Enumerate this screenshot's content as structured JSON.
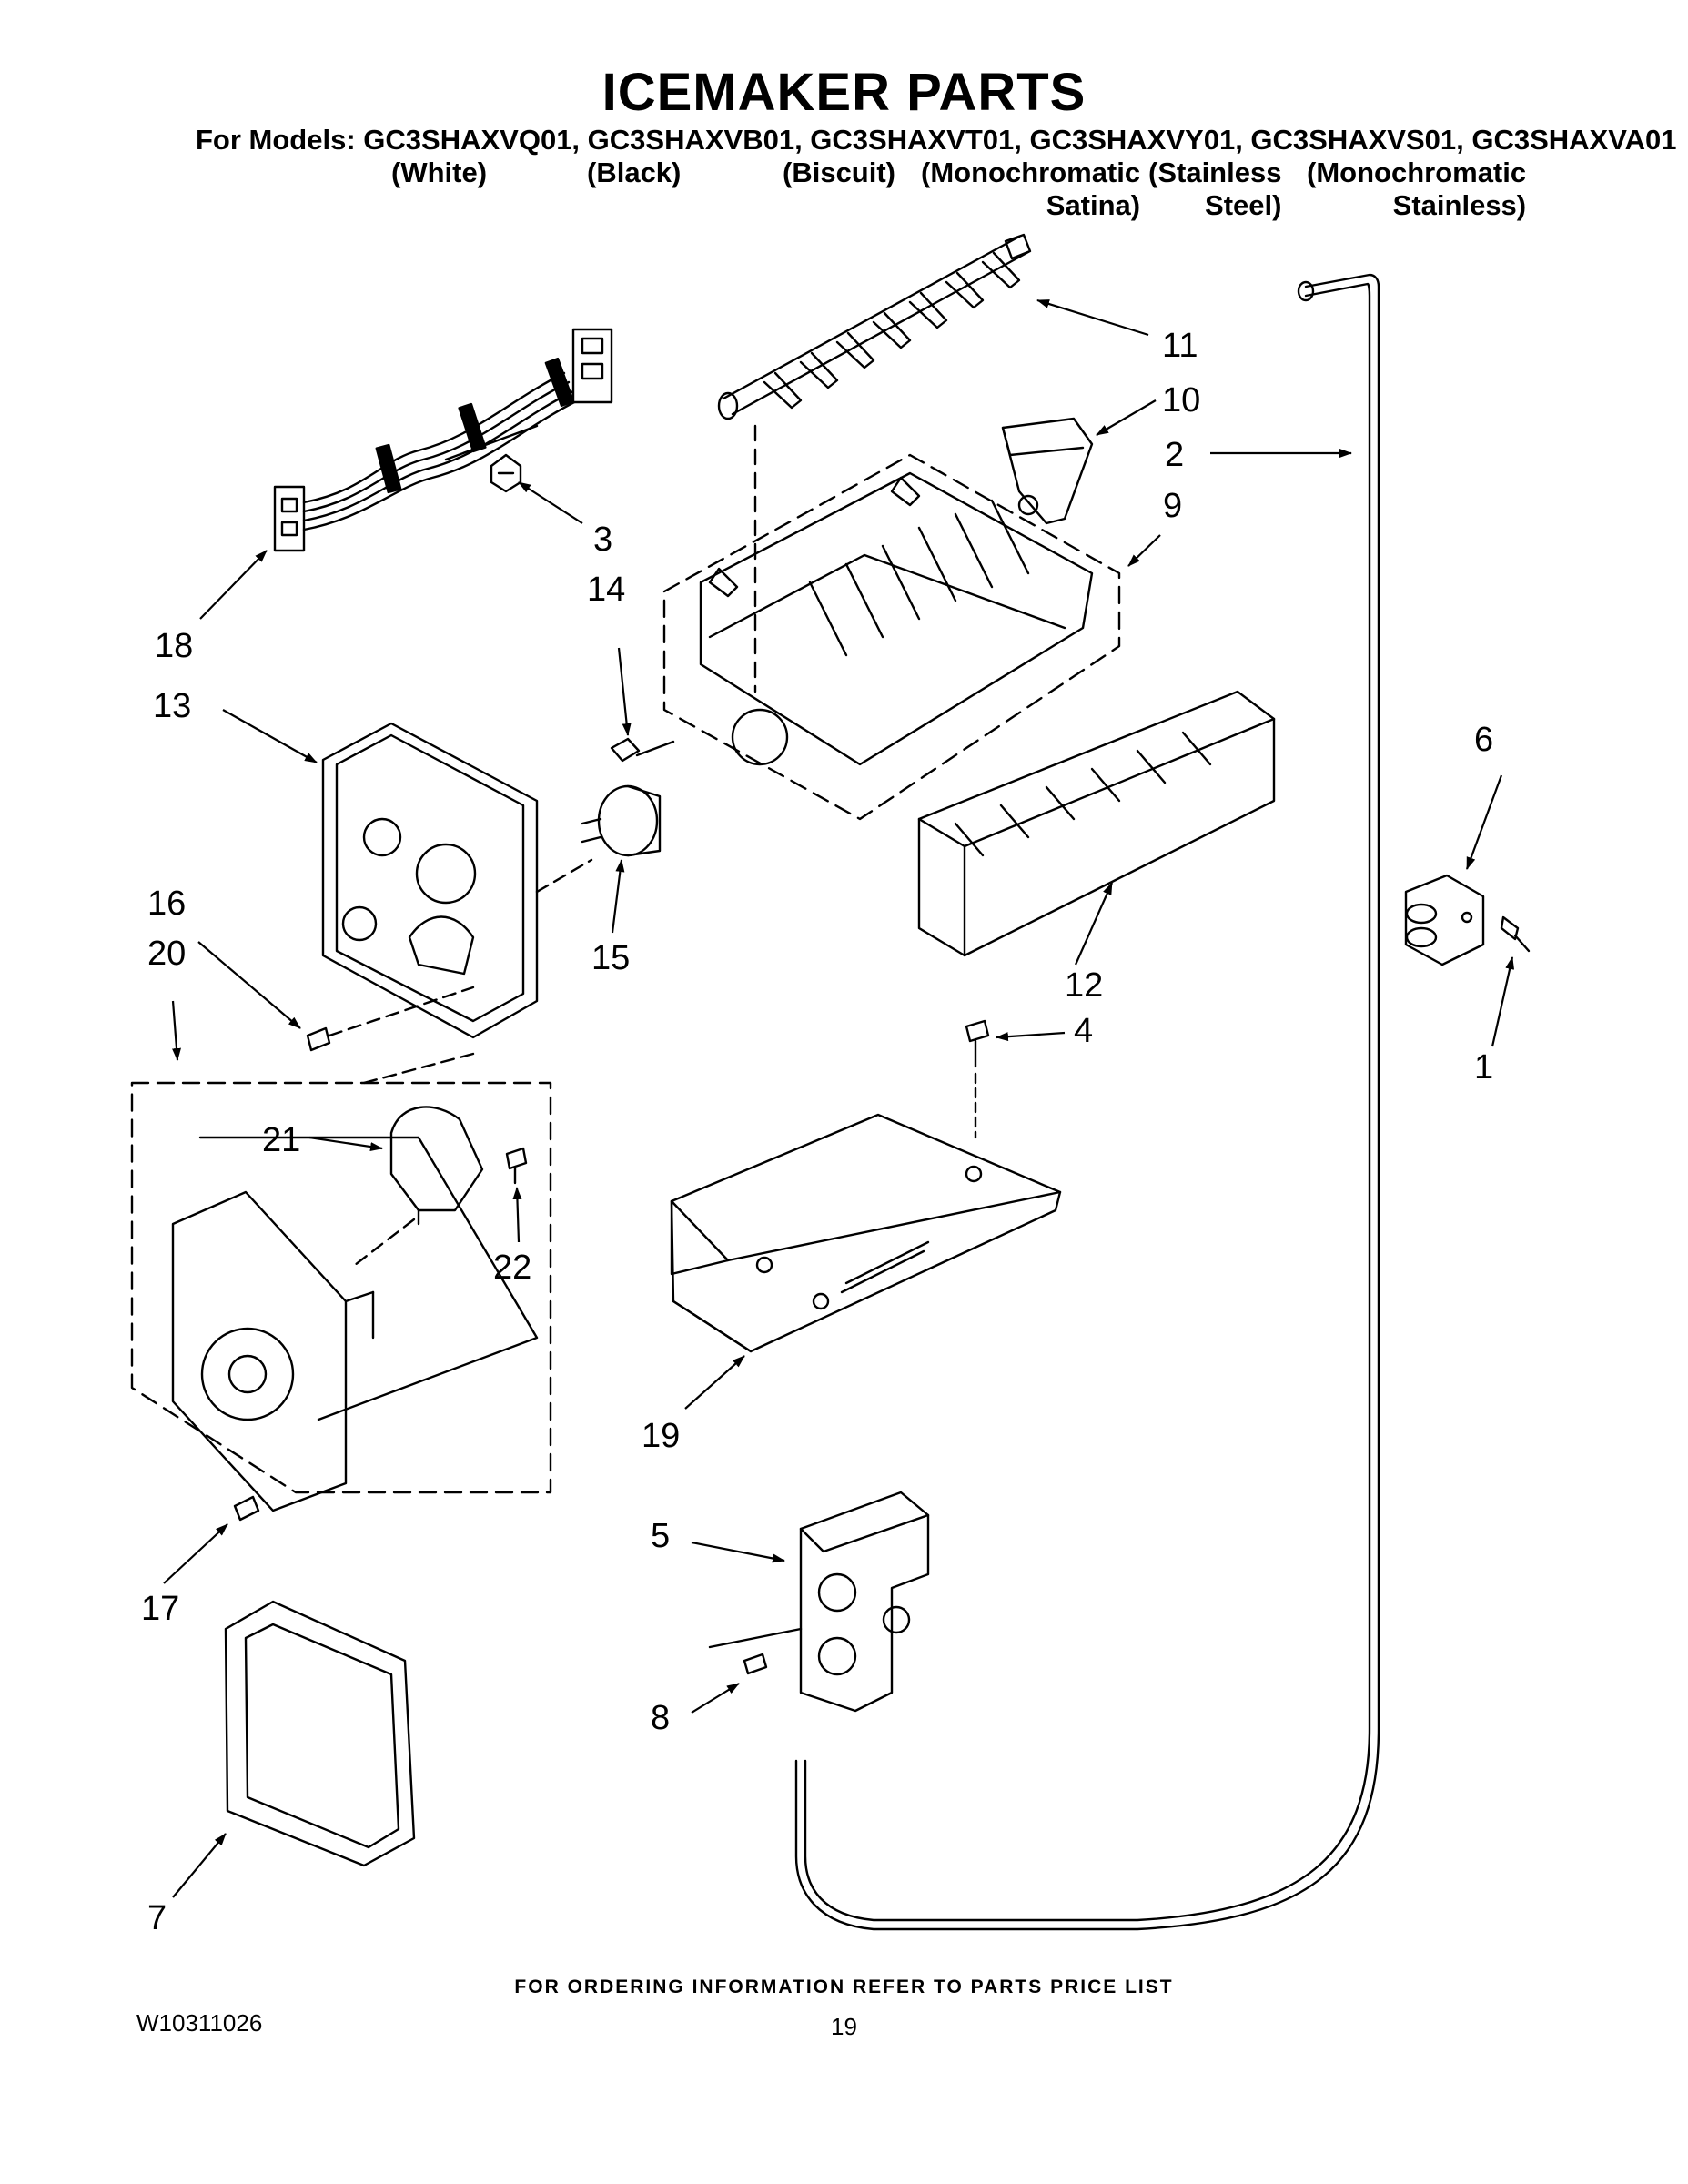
{
  "page": {
    "title": "ICEMAKER PARTS",
    "models_prefix": "For Models:",
    "models": "GC3SHAXVQ01, GC3SHAXVB01, GC3SHAXVT01, GC3SHAXVY01, GC3SHAXVS01, GC3SHAXVA01",
    "variants": [
      {
        "line1": "(White)",
        "line2": ""
      },
      {
        "line1": "(Black)",
        "line2": ""
      },
      {
        "line1": "(Biscuit)",
        "line2": ""
      },
      {
        "line1": "(Monochromatic",
        "line2": "Satina)"
      },
      {
        "line1": "(Stainless",
        "line2": "Steel)"
      },
      {
        "line1": "(Monochromatic",
        "line2": "Stainless)"
      }
    ]
  },
  "callouts": [
    "1",
    "2",
    "3",
    "4",
    "5",
    "6",
    "7",
    "8",
    "9",
    "10",
    "11",
    "12",
    "13",
    "14",
    "15",
    "16",
    "17",
    "18",
    "19",
    "20",
    "21",
    "22"
  ],
  "footer": {
    "ordering_info": "FOR ORDERING INFORMATION REFER TO PARTS PRICE LIST",
    "document_number": "W10311026",
    "page_number": "19"
  },
  "colors": {
    "ink": "#000000",
    "paper": "#ffffff"
  }
}
